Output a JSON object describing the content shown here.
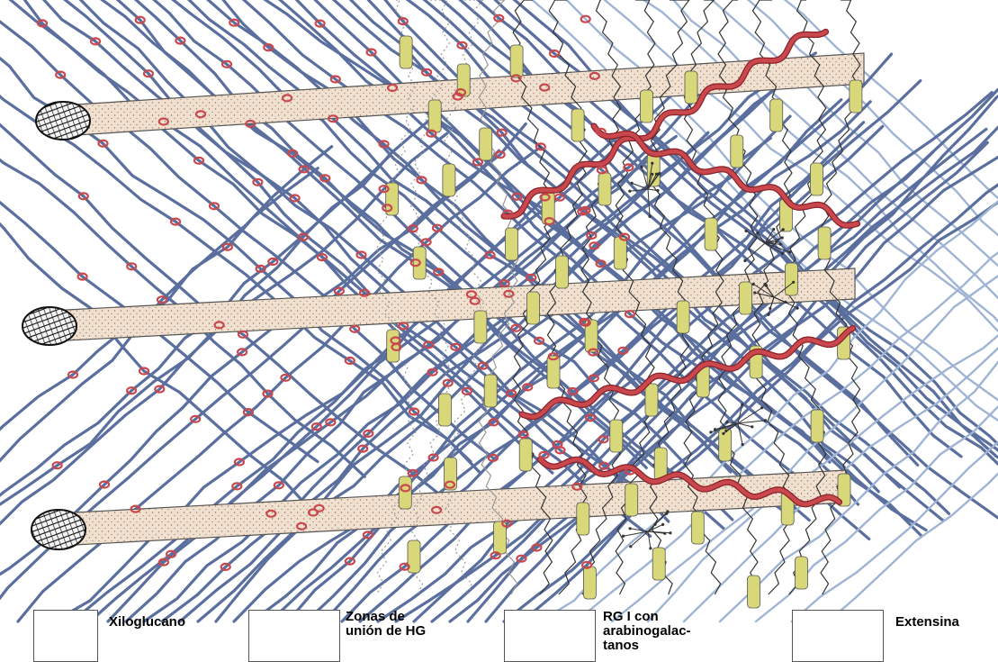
{
  "colors": {
    "xyloglucan": "#5a6f9e",
    "xyloglucan_light": "#9fb4d4",
    "microfibril_fill": "#efe0cf",
    "stipple": "#b07a66",
    "pectin_zone": "#d8d87a",
    "extensin": "#c9484e",
    "extensin_dark": "#8a2228",
    "line": "#222222"
  },
  "legend": {
    "xiloglucano": {
      "icon": "xyloglucan-cross-icon",
      "label": "Xiloglucano"
    },
    "hg": {
      "icon": "hg-junction-icon",
      "label": "Zonas de\nunión de HG"
    },
    "rg": {
      "icon": "rg-branched-icon",
      "label": "RG I con\narabinogalac-\ntanos"
    },
    "extensina": {
      "icon": "extensin-helix-icon",
      "label": "Extensina"
    }
  }
}
